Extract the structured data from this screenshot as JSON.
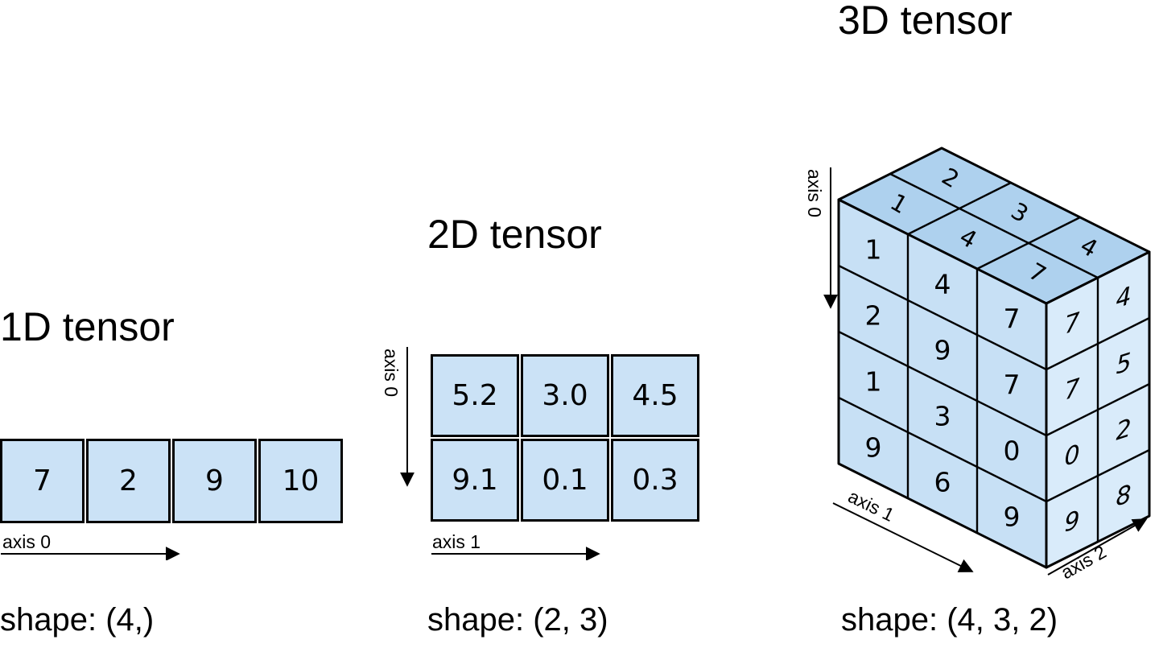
{
  "figure": {
    "background": "#ffffff",
    "colors": {
      "cell_fill": "#cbe2f6",
      "cube_top_fill": "#aed1ee",
      "cube_front_fill": "#c7e0f5",
      "cube_right_fill": "#d9ebfa",
      "stroke": "#000000"
    }
  },
  "tensor1d": {
    "title": "1D tensor",
    "values": [
      "7",
      "2",
      "9",
      "10"
    ],
    "axis0_label": "axis 0",
    "shape_label": "shape: (4,)"
  },
  "tensor2d": {
    "title": "2D tensor",
    "rows": [
      [
        "5.2",
        "3.0",
        "4.5"
      ],
      [
        "9.1",
        "0.1",
        "0.3"
      ]
    ],
    "axis0_label": "axis 0",
    "axis1_label": "axis 1",
    "shape_label": "shape: (2, 3)"
  },
  "tensor3d": {
    "title": "3D tensor",
    "top_face": [
      [
        "1",
        "2"
      ],
      [
        "4",
        "3"
      ],
      [
        "7",
        "4"
      ]
    ],
    "front_face": [
      [
        "1",
        "4",
        "7"
      ],
      [
        "2",
        "9",
        "7"
      ],
      [
        "1",
        "3",
        "0"
      ],
      [
        "9",
        "6",
        "9"
      ]
    ],
    "right_face": [
      [
        "7",
        "4"
      ],
      [
        "7",
        "5"
      ],
      [
        "0",
        "2"
      ],
      [
        "9",
        "8"
      ]
    ],
    "axis0_label": "axis 0",
    "axis1_label": "axis 1",
    "axis2_label": "axis 2",
    "shape_label": "shape: (4, 3, 2)"
  }
}
